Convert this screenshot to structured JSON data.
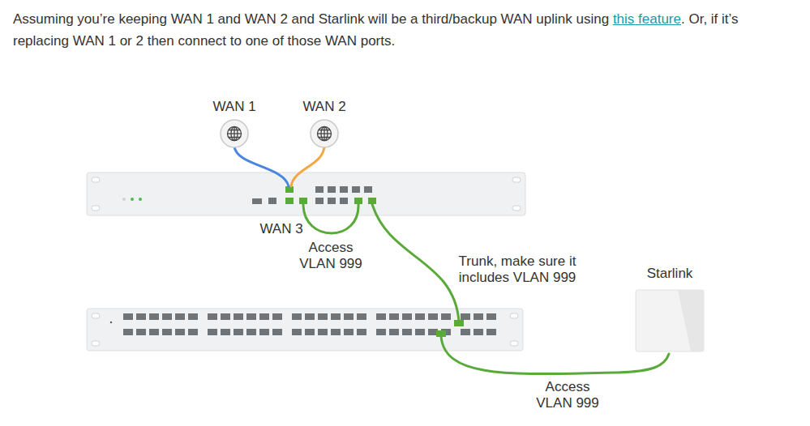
{
  "diagram": {
    "nodes": [
      {
        "text": [
          "WAN 1"
        ]
      },
      {
        "text": [
          "WAN 2"
        ]
      },
      {
        "text": [
          "Starlink"
        ]
      }
    ],
    "labels": [
      "Assuming you’re keeping WAN 1 and WAN 2 and Starlink will be a third/backup WAN uplink using",
      "this feature",
      ". Or, if it’s replacing WAN 1 or 2 then connect to one of those WAN ports.",
      "WAN 3",
      "Access VLAN 999",
      "Trunk, make sure it includes VLAN 999",
      "Access VLAN 999"
    ]
  }
}
